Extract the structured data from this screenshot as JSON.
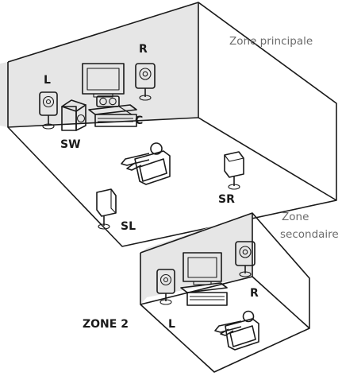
{
  "main_zone": {
    "title": "Zone principale",
    "labels": {
      "left": "L",
      "right": "R",
      "center": "C",
      "subwoofer": "SW",
      "surround_left": "SL",
      "surround_right": "SR"
    }
  },
  "second_zone": {
    "title_line1": "Zone",
    "title_line2": "secondaire",
    "name": "ZONE 2",
    "labels": {
      "left": "L",
      "right": "R"
    }
  },
  "colors": {
    "wall": "#e6e6e6",
    "line": "#1a1a1a",
    "zone_text": "#6b6b6b"
  }
}
